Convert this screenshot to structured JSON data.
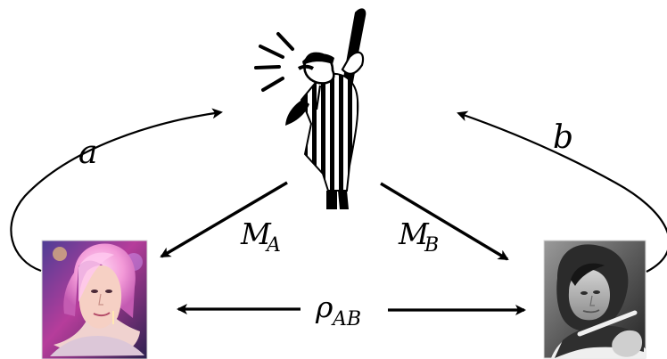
{
  "diagram": {
    "labels": {
      "a": "a",
      "b": "b",
      "m_a_base": "M",
      "m_a_sub": "A",
      "m_b_base": "M",
      "m_b_sub": "B",
      "rho_base": "ρ",
      "rho_sub": "AB"
    },
    "nodes": {
      "referee": "referee",
      "alice": "alice-photo",
      "bob": "bob-photo"
    },
    "colors": {
      "ink": "#000000",
      "background": "#ffffff",
      "alice_accent": "#f39ad8",
      "bob_tone": "#6f6f6f"
    }
  }
}
